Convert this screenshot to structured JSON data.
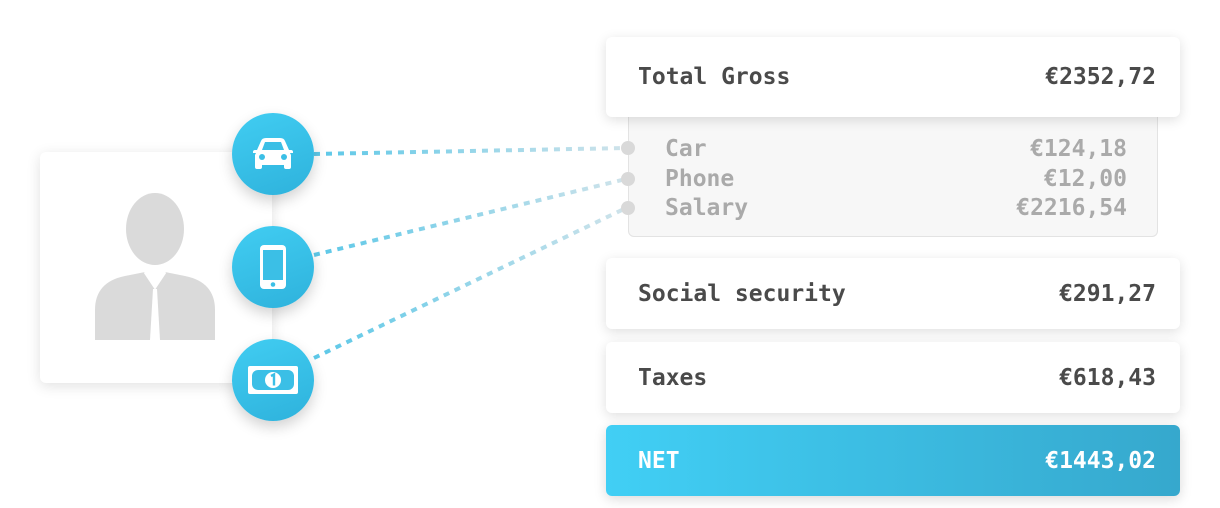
{
  "left_panel": {
    "avatar_icon": "person-silhouette-icon",
    "income_icons": [
      "car-icon",
      "phone-icon",
      "banknote-icon"
    ]
  },
  "rows": {
    "total_gross": {
      "label": "Total Gross",
      "value": "€2352,72"
    },
    "breakdown": [
      {
        "label": "Car",
        "value": "€124,18"
      },
      {
        "label": "Phone",
        "value": "€12,00"
      },
      {
        "label": "Salary",
        "value": "€2216,54"
      }
    ],
    "social_security": {
      "label": "Social security",
      "value": "€291,27"
    },
    "taxes": {
      "label": "Taxes",
      "value": "€618,43"
    },
    "net": {
      "label": "NET",
      "value": "€1443,02"
    }
  },
  "colors": {
    "accent": "#3cc4ec",
    "accent_dark": "#2eb2dc",
    "text_dark": "#4a4a4a",
    "text_muted": "#aaaaaa",
    "connector": "#7fd3ea"
  }
}
